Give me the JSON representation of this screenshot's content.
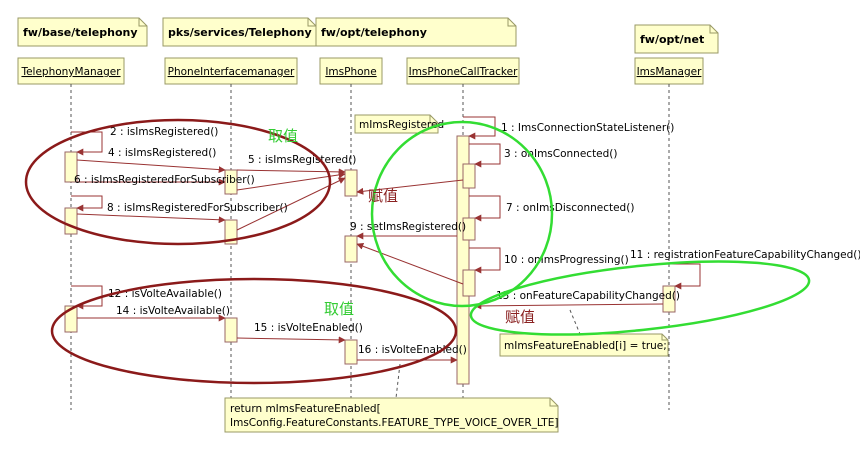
{
  "packages": [
    {
      "id": "pkg1",
      "label": "fw/base/telephony"
    },
    {
      "id": "pkg2",
      "label": "pks/services/Telephony"
    },
    {
      "id": "pkg3",
      "label": "fw/opt/telephony"
    },
    {
      "id": "pkg4",
      "label": "fw/opt/net"
    }
  ],
  "lifelines": [
    {
      "id": "ll1",
      "label": "TelephonyManager"
    },
    {
      "id": "ll2",
      "label": "PhoneInterfacemanager"
    },
    {
      "id": "ll3",
      "label": "ImsPhone"
    },
    {
      "id": "ll4",
      "label": "ImsPhoneCallTracker"
    },
    {
      "id": "ll5",
      "label": "ImsManager"
    }
  ],
  "messages": [
    {
      "id": "m1",
      "label": "1 : ImsConnectionStateListener()"
    },
    {
      "id": "m2",
      "label": "2 : isImsRegistered()"
    },
    {
      "id": "m3",
      "label": "3 : onImsConnected()"
    },
    {
      "id": "m4",
      "label": "4 : isImsRegistered()"
    },
    {
      "id": "m5",
      "label": "5 : isImsRegistered()"
    },
    {
      "id": "m6",
      "label": "6 : isImsRegisteredForSubscriber()"
    },
    {
      "id": "m7",
      "label": "7 : onImsDisconnected()"
    },
    {
      "id": "m8",
      "label": "8 : isImsRegisteredForSubscriber()"
    },
    {
      "id": "m9",
      "label": "9 : setImsRegistered()"
    },
    {
      "id": "m10",
      "label": "10 : onImsProgressing()"
    },
    {
      "id": "m11",
      "label": "11 : registrationFeatureCapabilityChanged()"
    },
    {
      "id": "m12",
      "label": "12 : isVolteAvailable()"
    },
    {
      "id": "m13",
      "label": "13 : onFeatureCapabilityChanged()"
    },
    {
      "id": "m14",
      "label": "14 : isVolteAvailable()"
    },
    {
      "id": "m15",
      "label": "15 : isVolteEnabled()"
    },
    {
      "id": "m16",
      "label": "16 : isVolteEnabled()"
    }
  ],
  "notes": {
    "registered_note": "mImsRegistered",
    "feature_note": "mImsFeatureEnabled[i] = true;",
    "return_note_line1": "return mImsFeatureEnabled[",
    "return_note_line2": "ImsConfig.FeatureConstants.FEATURE_TYPE_VOICE_OVER_LTE]"
  },
  "annotations": {
    "qu_zhi_1": "取值",
    "fu_zhi_1": "赋值",
    "qu_zhi_2": "取值",
    "fu_zhi_2": "赋值"
  },
  "colors": {
    "ellipse_dark_red": "#8b1a1a",
    "ellipse_green": "#33dd33",
    "annotation_green": "#33cc33",
    "annotation_red": "#8b2222",
    "message_line": "#993333",
    "note_fill": "#ffffcc",
    "activation_fill": "#ffffcc"
  }
}
